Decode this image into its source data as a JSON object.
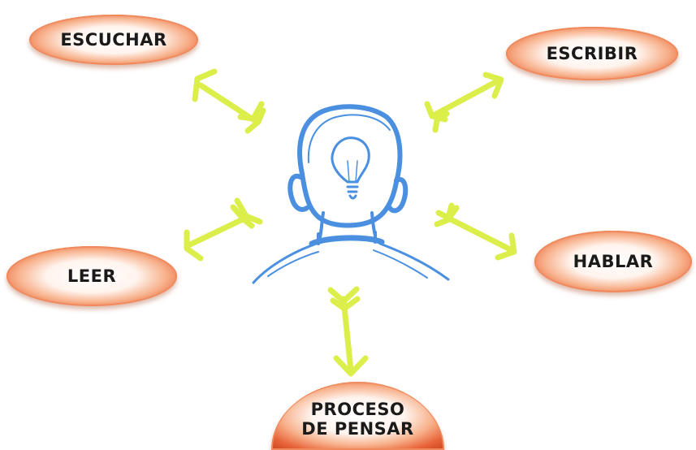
{
  "colors": {
    "arrow": "#dbee4a",
    "head_outline": "#4a8fe0",
    "node_edge": "#e8643a",
    "node_center": "#ffffff",
    "label": "#1a1a1a"
  },
  "center": {
    "icon": "person-head-with-lightbulb-icon"
  },
  "nodes": {
    "escuchar": "ESCUCHAR",
    "escribir": "ESCRIBIR",
    "leer": "LEER",
    "hablar": "HABLAR",
    "proceso": "PROCESO\nDE PENSAR"
  }
}
